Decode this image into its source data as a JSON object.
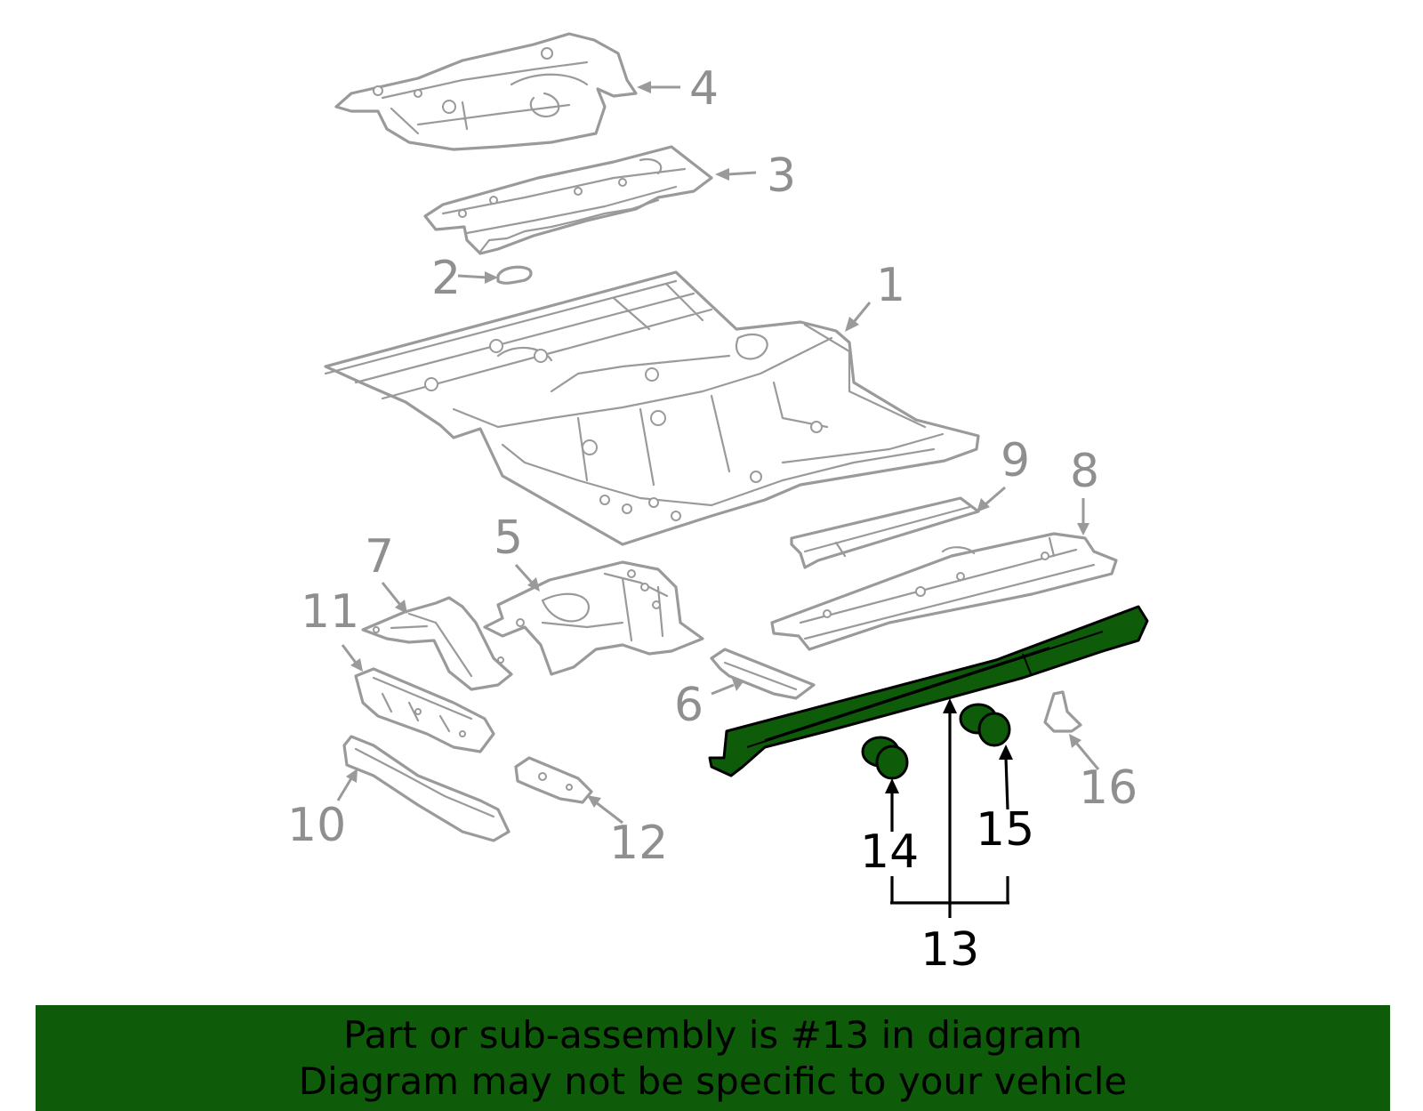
{
  "callouts": {
    "c1": "1",
    "c2": "2",
    "c3": "3",
    "c4": "4",
    "c5": "5",
    "c6": "6",
    "c7": "7",
    "c8": "8",
    "c9": "9",
    "c10": "10",
    "c11": "11",
    "c12": "12",
    "c13": "13",
    "c14": "14",
    "c15": "15",
    "c16": "16"
  },
  "highlighted_callout": "13",
  "banner": {
    "line1": "Part or sub-assembly is #13 in diagram",
    "line2": "Diagram may not be specific to your vehicle"
  },
  "colors": {
    "highlight": "#0e5c0a",
    "part_outline": "#9a9a9a",
    "banner_background": "#0e5c0a"
  }
}
